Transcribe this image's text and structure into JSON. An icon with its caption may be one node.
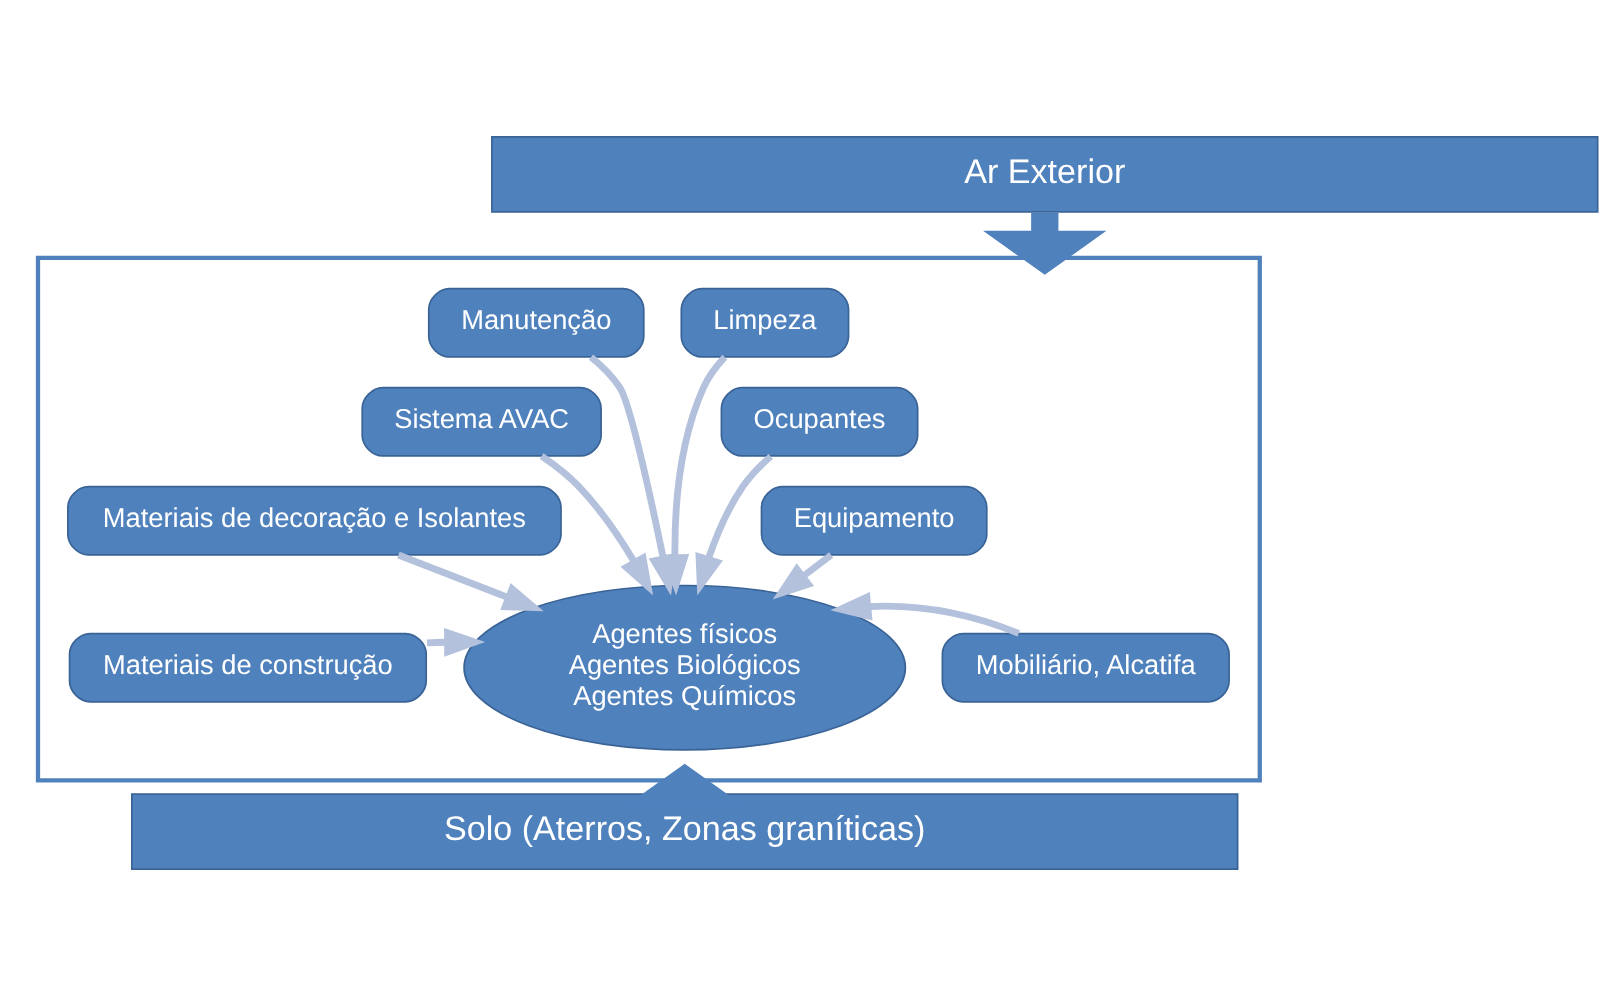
{
  "diagram": {
    "nodes": [
      {
        "text": [
          "Ar Exterior"
        ]
      },
      {
        "text": [],
        "shape": "box"
      },
      {
        "text": [
          "Manutenção"
        ],
        "in": 1
      },
      {
        "text": [
          "Limpeza"
        ],
        "in": 1
      },
      {
        "text": [
          "Sistema AVAC"
        ],
        "in": 1
      },
      {
        "text": [
          "Ocupantes"
        ],
        "in": 1
      },
      {
        "text": [
          "Materiais de decoração e Isolantes"
        ],
        "in": 1
      },
      {
        "text": [
          "Equipamento"
        ],
        "in": 1
      },
      {
        "text": [
          "Materiais de construção"
        ],
        "in": 1
      },
      {
        "text": [
          "Mobiliário, Alcatifa"
        ],
        "in": 1
      },
      {
        "text": [
          "Agentes físicos",
          "Agentes Biológicos",
          "Agentes Químicos"
        ],
        "in": 1
      },
      {
        "text": [
          "Solo (Aterros, Zonas graníticas)"
        ]
      }
    ],
    "edges": [
      {
        "from": 0,
        "to": 1,
        "arrow": "to",
        "style": "thick",
        "color": "#4f81bd"
      },
      {
        "from": 11,
        "to": 1,
        "arrow": "to",
        "style": "thick",
        "color": "#4f81bd"
      },
      {
        "from": 2,
        "to": 10,
        "arrow": "to",
        "color": "#b3c1dc"
      },
      {
        "from": 3,
        "to": 10,
        "arrow": "to",
        "color": "#b3c1dc"
      },
      {
        "from": 4,
        "to": 10,
        "arrow": "to",
        "color": "#b3c1dc"
      },
      {
        "from": 5,
        "to": 10,
        "arrow": "to",
        "color": "#b3c1dc"
      },
      {
        "from": 6,
        "to": 10,
        "arrow": "to",
        "color": "#b3c1dc"
      },
      {
        "from": 7,
        "to": 10,
        "arrow": "to",
        "color": "#b3c1dc"
      },
      {
        "from": 8,
        "to": 10,
        "arrow": "to",
        "color": "#b3c1dc"
      },
      {
        "from": 9,
        "to": 10,
        "arrow": "to",
        "color": "#b3c1dc"
      }
    ]
  }
}
